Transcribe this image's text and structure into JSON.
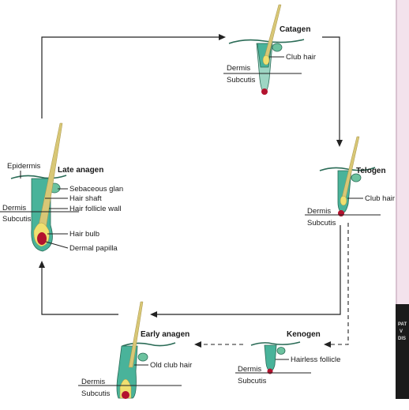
{
  "stages": {
    "catagen": {
      "title": "Catagen",
      "labels": {
        "club_hair": "Club hair",
        "dermis": "Dermis",
        "subcutis": "Subcutis"
      }
    },
    "telogen": {
      "title": "Telogen",
      "labels": {
        "club_hair": "Club hair",
        "dermis": "Dermis",
        "subcutis": "Subcutis"
      }
    },
    "kenogen": {
      "title": "Kenogen",
      "labels": {
        "hairless_follicle": "Hairless follicle",
        "dermis": "Dermis",
        "subcutis": "Subcutis"
      }
    },
    "early_anagen": {
      "title": "Early anagen",
      "labels": {
        "old_club_hair": "Old club hair",
        "dermis": "Dermis",
        "subcutis": "Subcutis"
      }
    },
    "late_anagen": {
      "title": "Late anagen",
      "labels": {
        "epidermis": "Epidermis",
        "sebaceous_gland": "Sebaceous glan",
        "hair_shaft": "Hair shaft",
        "hair_follicle_wall": "Hair follicle wall",
        "dermis": "Dermis",
        "subcutis": "Subcutis",
        "hair_bulb": "Hair bulb",
        "dermal_papilla": "Dermal papilla"
      }
    }
  },
  "colors": {
    "follicle": "#49b39a",
    "hair_shaft": "#d8c776",
    "dermal_papilla": "#b3122e",
    "side_panel": "#f3e2ec",
    "book_cover": "#1b1b1b"
  }
}
